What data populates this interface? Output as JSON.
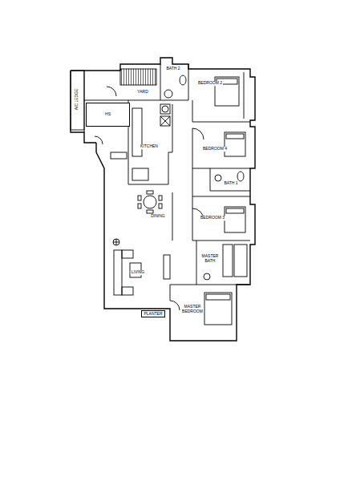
{
  "diagram": {
    "nodes": [
      {
        "text": [
          "HS"
        ]
      },
      {
        "text": [
          "PLANTER"
        ]
      }
    ],
    "labels": [
      "A/C LEDGE",
      "YARD",
      "BATH 2",
      "BEDROOM 2",
      "KITCHEN",
      "BEDROOM 4",
      "BATH 1",
      "DINING",
      "BEDROOM 3",
      "MASTER BATH",
      "LIVING",
      "MASTER BEDROOM"
    ]
  }
}
